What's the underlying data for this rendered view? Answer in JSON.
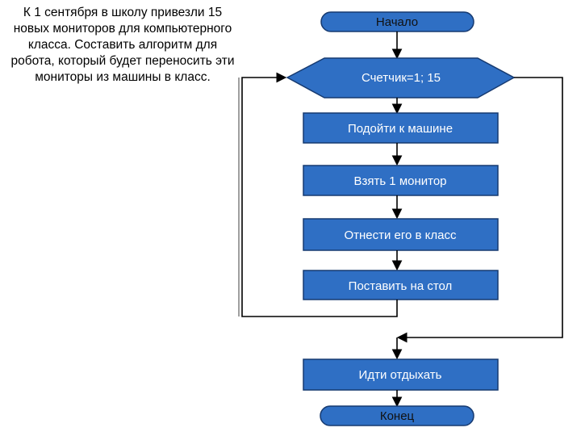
{
  "task_text": "К 1 сентября в школу привезли 15 новых мониторов для компьютерного класса. Составить алгоритм для робота, который будет переносить эти мониторы из машины в класс.",
  "flowchart": {
    "start": "Начало",
    "loop": "Счетчик=1; 15",
    "steps": [
      "Подойти к машине",
      "Взять 1 монитор",
      "Отнести его в класс",
      "Поставить на стол"
    ],
    "after_loop": "Идти отдыхать",
    "end": "Конец"
  },
  "colors": {
    "block_fill": "#2f6fc4",
    "block_border": "#163a70",
    "terminal_fill": "#2f6fc4",
    "connector": "#000000"
  }
}
